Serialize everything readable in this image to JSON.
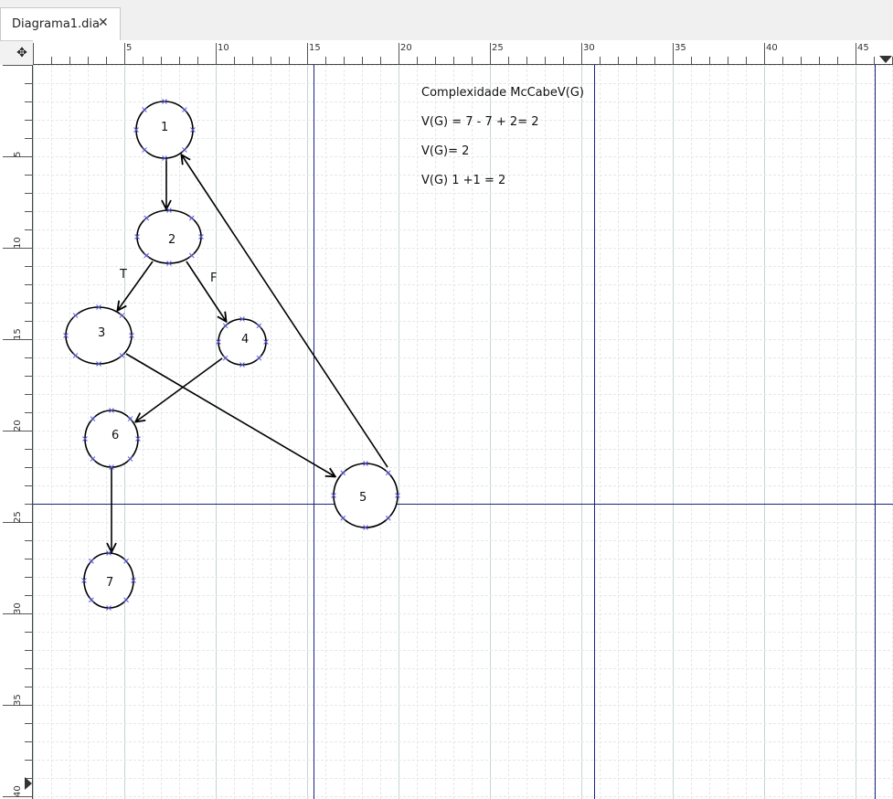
{
  "tab": {
    "title": "Diagrama1.dia",
    "close": "✕"
  },
  "corner_icon": "move-icon",
  "rulers": {
    "horizontal": [
      "5",
      "10",
      "15",
      "20",
      "25",
      "30",
      "35",
      "40",
      "45"
    ],
    "vertical": [
      "5",
      "10",
      "15",
      "20",
      "25",
      "30",
      "35",
      "40"
    ]
  },
  "nodes": [
    "1",
    "2",
    "3",
    "4",
    "5",
    "6",
    "7"
  ],
  "edges": [
    {
      "from": "1",
      "to": "2",
      "label": ""
    },
    {
      "from": "2",
      "to": "3",
      "label": "T"
    },
    {
      "from": "2",
      "to": "4",
      "label": "F"
    },
    {
      "from": "3",
      "to": "5",
      "label": ""
    },
    {
      "from": "4",
      "to": "6",
      "label": ""
    },
    {
      "from": "6",
      "to": "7",
      "label": ""
    },
    {
      "from": "5",
      "to": "1",
      "label": ""
    }
  ],
  "notes": [
    "Complexidade McCabeV(G)",
    "V(G) = 7 - 7 + 2= 2",
    "V(G)= 2",
    "V(G) 1 +1 = 2"
  ],
  "colors": {
    "grid_minor": "#e4e8e8",
    "grid_major": "#c7d3d3",
    "page_break": "#1a237e"
  }
}
